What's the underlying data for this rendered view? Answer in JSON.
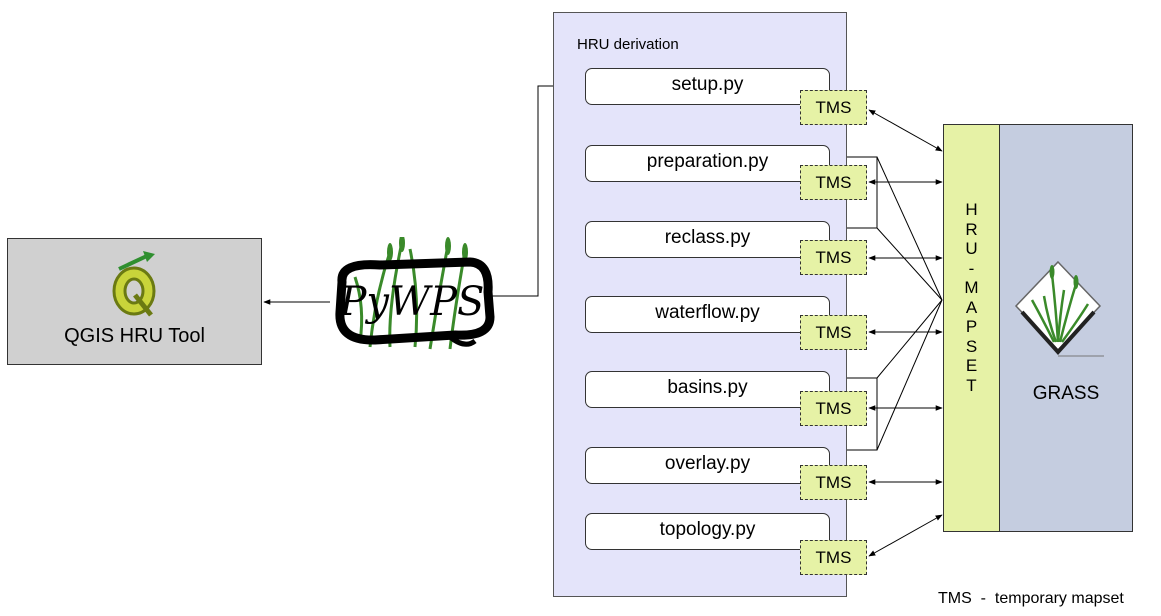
{
  "panel": {
    "title": "HRU derivation"
  },
  "scripts": [
    {
      "label": "setup.py"
    },
    {
      "label": "preparation.py"
    },
    {
      "label": "reclass.py"
    },
    {
      "label": "waterflow.py"
    },
    {
      "label": "basins.py"
    },
    {
      "label": "overlay.py"
    },
    {
      "label": "topology.py"
    }
  ],
  "tms_label": "TMS",
  "qgis": {
    "label": "QGIS HRU Tool"
  },
  "pywps": {
    "logo_text": "PyWPS"
  },
  "hru_mapset": {
    "letters": [
      "H",
      "R",
      "U",
      "-",
      "M",
      "A",
      "P",
      "S",
      "E",
      "T"
    ]
  },
  "grass": {
    "label": "GRASS"
  },
  "legend": {
    "abbr": "TMS",
    "separator": "-",
    "meaning": "temporary mapset"
  },
  "colors": {
    "panel": "#e4e4fa",
    "tms": "#e6f2a6",
    "grass": "#c5cde0",
    "qgis": "#d0d0d0"
  }
}
